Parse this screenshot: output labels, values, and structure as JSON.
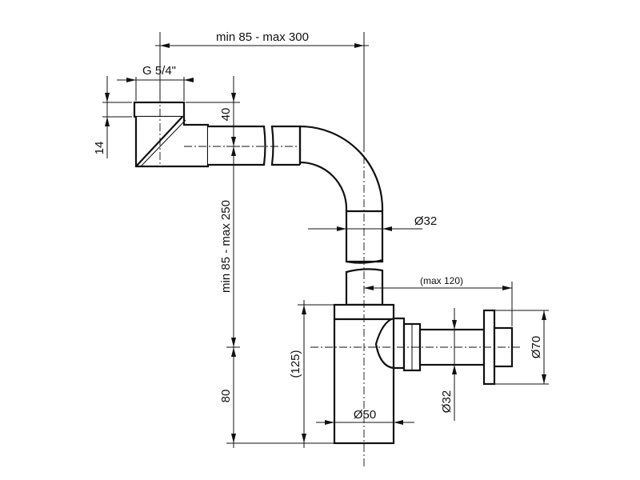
{
  "dimensions": {
    "top_width": "min 85 - max 300",
    "thread": "G 5/4\"",
    "height_40": "40",
    "height_14": "14",
    "vertical_range": "min 85 - max 250",
    "pipe_dia_32_top": "Ø32",
    "max_120": "(max 120)",
    "height_125": "(125)",
    "height_80": "80",
    "body_dia_50": "Ø50",
    "outlet_dia_32": "Ø32",
    "flange_dia_70": "Ø70"
  }
}
